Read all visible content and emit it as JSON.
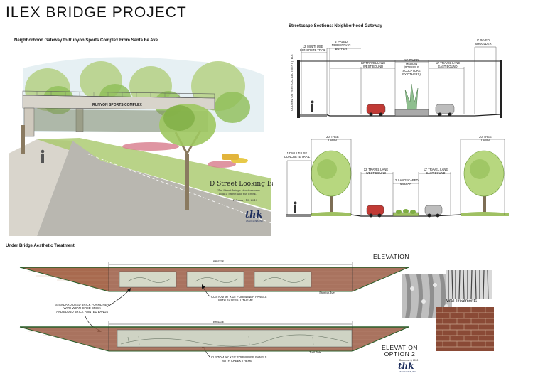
{
  "title": "ILEX BRIDGE PROJECT",
  "rendering": {
    "caption": "Neighborhood Gateway to Runyon Sports Complex From Santa Fe Ave.",
    "bridge_sign": "RUNYON SPORTS COMPLEX",
    "view_title": "D Street Looking East",
    "note_line1": "(Ilex Street bridge structure over",
    "note_line2": "both D Street and the Creek.)",
    "date": "February 15, 2010",
    "logo_sub": "ASSOCIATES, INC."
  },
  "streetscape": {
    "caption": "Streetscape Sections: Neighborhood Gateway",
    "top": {
      "column_label": "COLUMN OR VERTICAL ABUTMENT (TBD)",
      "multi_use": [
        "12' MULTI USE",
        "CONCRETE TRAIL"
      ],
      "buffer": [
        "5' PAVED",
        "PEDESTRIAN",
        "BUFFER"
      ],
      "lane_west": [
        "12' TRAVEL LANE",
        "WEST BOUND"
      ],
      "median": [
        "12' PAVED",
        "MEDIAN",
        "(POSSIBLE",
        "SCULPTURE",
        "BY OTHERS)"
      ],
      "lane_east": [
        "12' TRAVEL LANE",
        "EAST BOUND"
      ],
      "shoulder": [
        "8' PAVED",
        "SHOULDER"
      ]
    },
    "bottom": {
      "lawn_left": [
        "20' TREE",
        "LAWN"
      ],
      "multi_use": [
        "12' MULTI USE",
        "CONCRETE TRAIL"
      ],
      "lane_west": [
        "12' TRAVEL LANE",
        "WEST BOUND"
      ],
      "median": [
        "12' LANDSCAPED",
        "MEDIAN"
      ],
      "lane_east": [
        "12' TRAVEL LANE",
        "EAST BOUND"
      ],
      "lawn_right": [
        "20' TREE",
        "LAWN"
      ]
    }
  },
  "under_bridge": {
    "caption": "Under Bridge Aesthetic Treatment",
    "elevation1": {
      "title": "ELEVATION",
      "bridge": "BRIDGE",
      "callout": [
        "CUSTOM 50' X 15' FORMLINER PANELS",
        "WITH BASEBALL THEME"
      ],
      "street": "Stanton Ave."
    },
    "left_callout": [
      "STANDARD USED BRICK FORMLINER",
      "WITH WEATHERED BRICK",
      "AND BLOND BRICK PAINTED BANDS"
    ],
    "elevation2": {
      "title": "ELEVATION",
      "subtitle": "OPTION 2",
      "date": "December 8, 2010",
      "bridge": "BRIDGE",
      "callout": [
        "CUSTOM 50' X 15' FORMLINER PANELS",
        "WITH CREEK THEME"
      ],
      "street": "Trail Side",
      "logo_sub": "ASSOCIATES, INC."
    },
    "wall_treatments": "Wall Treatments"
  },
  "colors": {
    "brick": "#9a5b43",
    "sky_blue": "#cfe3ee",
    "tree_green": "#8ab94a",
    "grass": "#a8c86a",
    "concrete": "#c9c9c2"
  }
}
